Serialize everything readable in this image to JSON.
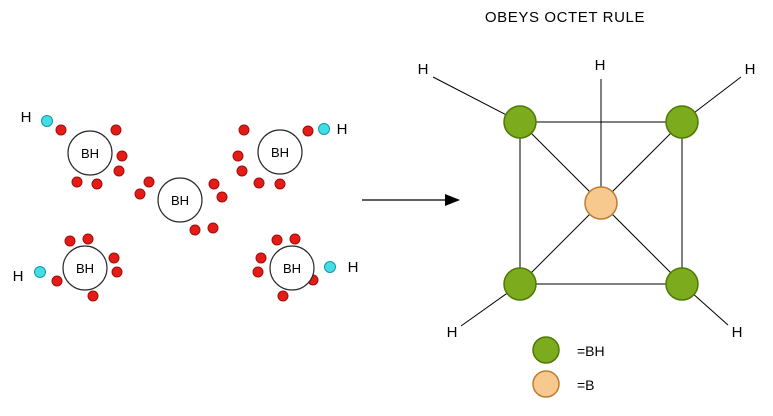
{
  "title": "OBEYS OCTET RULE",
  "labels": {
    "bh": "BH",
    "h": "H"
  },
  "legend": {
    "bh_label": "=BH",
    "b_label": "=B"
  },
  "colors": {
    "red": "#e41b17",
    "red_border": "#9c0f0c",
    "cyan": "#45dde5",
    "cyan_border": "#0e9aa5",
    "green": "#7cab1e",
    "green_border": "#4d7a00",
    "orange": "#f7c98f",
    "orange_border": "#bf7b2f",
    "line": "#000000"
  }
}
